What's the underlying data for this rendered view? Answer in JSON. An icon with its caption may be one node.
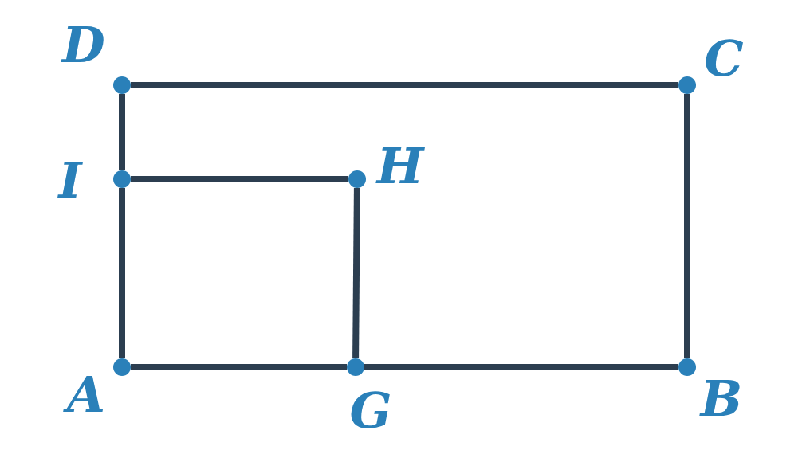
{
  "diagram": {
    "nodes": [
      {
        "text": [],
        "shape": "circle",
        "beside": [
          "D"
        ]
      },
      {
        "text": [],
        "shape": "circle",
        "beside": [
          "C"
        ]
      },
      {
        "text": [],
        "shape": "circle",
        "beside": [
          "I"
        ]
      },
      {
        "text": [],
        "shape": "circle",
        "beside": [
          "H"
        ]
      },
      {
        "text": [],
        "shape": "circle",
        "beside": [
          "A"
        ]
      },
      {
        "text": [],
        "shape": "circle",
        "beside": [
          "G"
        ]
      },
      {
        "text": [],
        "shape": "circle",
        "beside": [
          "B"
        ]
      }
    ],
    "edges": [
      {
        "from": 0,
        "to": 1,
        "arrow": "none"
      },
      {
        "from": 1,
        "to": 6,
        "arrow": "none"
      },
      {
        "from": 6,
        "to": 5,
        "arrow": "none"
      },
      {
        "from": 5,
        "to": 4,
        "arrow": "none"
      },
      {
        "from": 4,
        "to": 2,
        "arrow": "none"
      },
      {
        "from": 2,
        "to": 0,
        "arrow": "none"
      },
      {
        "from": 2,
        "to": 3,
        "arrow": "none"
      },
      {
        "from": 3,
        "to": 5,
        "arrow": "none"
      }
    ]
  }
}
